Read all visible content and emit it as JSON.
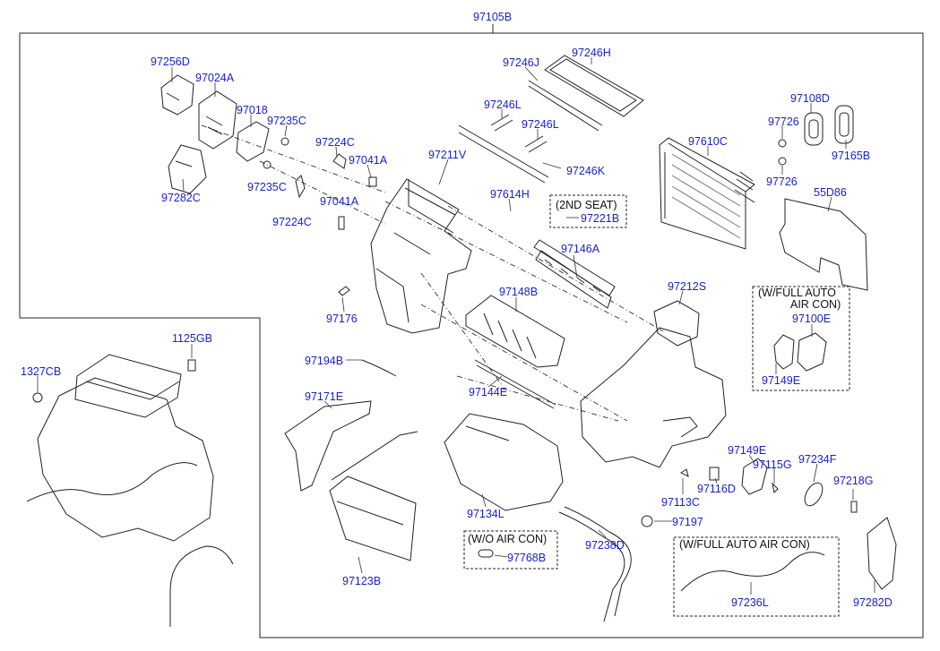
{
  "main_assembly_label": "97105B",
  "labels": {
    "p97256D": "97256D",
    "p97024A": "97024A",
    "p97018": "97018",
    "p97235C_a": "97235C",
    "p97235C_b": "97235C",
    "p97224C_a": "97224C",
    "p97224C_b": "97224C",
    "p97041A_a": "97041A",
    "p97041A_b": "97041A",
    "p97282C": "97282C",
    "p97211V": "97211V",
    "p97246J": "97246J",
    "p97246H": "97246H",
    "p97246L_a": "97246L",
    "p97246L_b": "97246L",
    "p97246K": "97246K",
    "p97614H": "97614H",
    "p97221B": "97221B",
    "p97610C": "97610C",
    "p97108D": "97108D",
    "p97726_a": "97726",
    "p97726_b": "97726",
    "p97165B": "97165B",
    "p55D86": "55D86",
    "p97146A": "97146A",
    "p97148B": "97148B",
    "p97176": "97176",
    "p97194B": "97194B",
    "p97212S": "97212S",
    "p97100E": "97100E",
    "p97149E_a": "97149E",
    "p97149E_b": "97149E",
    "p97144E": "97144E",
    "p97171E": "97171E",
    "p97134L": "97134L",
    "p97113C": "97113C",
    "p97116D": "97116D",
    "p97115G": "97115G",
    "p97234F": "97234F",
    "p97218G": "97218G",
    "p97197": "97197",
    "p97238D": "97238D",
    "p97768B": "97768B",
    "p97123B": "97123B",
    "p97236L": "97236L",
    "p97282D": "97282D",
    "p1125GB": "1125GB",
    "p1327CB": "1327CB"
  },
  "notes": {
    "second_seat": "(2ND SEAT)",
    "full_auto_1_line1": "(W/FULL AUTO",
    "full_auto_1_line2": "AIR CON)",
    "wo_air_con": "(W/O AIR CON)",
    "full_auto_2": "(W/FULL AUTO AIR CON)"
  },
  "colors": {
    "label": "#1a22c8",
    "line": "#222222",
    "background": "#ffffff"
  }
}
